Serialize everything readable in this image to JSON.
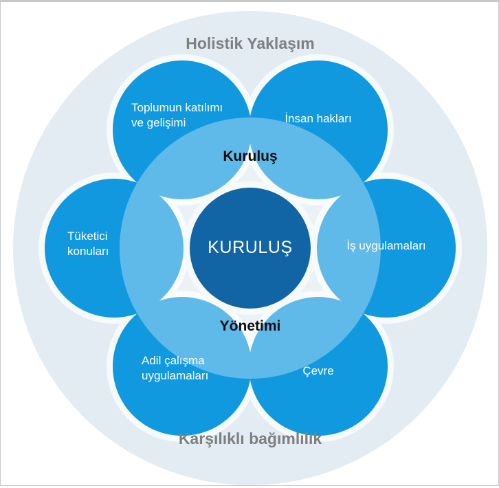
{
  "diagram": {
    "title_top": "Holistik Yaklaşım",
    "title_bottom": "Karşılıklı bağımlılık",
    "core_label": "KURULUŞ",
    "middle_label_top": "Kuruluş",
    "middle_label_bottom": "Yönetimi",
    "petals": [
      {
        "id": "toplumun-katilimi-ve-gelisimi",
        "label": "Toplumun katılımı\nve gelişimi"
      },
      {
        "id": "insan-haklari",
        "label": "İnsan hakları"
      },
      {
        "id": "is-uygulamalari",
        "label": "İş uygulamaları"
      },
      {
        "id": "cevre",
        "label": "Çevre"
      },
      {
        "id": "adil-calisma-uygulamalari",
        "label": "Adil çalışma\nuygulamaları"
      },
      {
        "id": "tuketici-konulari",
        "label": "Tüketici\nkonuları"
      }
    ],
    "colors": {
      "page_background": "#ffffff",
      "outer_circle": "#e2ecf2",
      "petal": "#1199e0",
      "petal_overlap": "#54b8ea",
      "core_circle": "#1265a4",
      "gap": "#f7fafb",
      "label_gray": "#7f7f7f",
      "label_black": "#0d0d0d",
      "label_white": "#ffffff",
      "border": "#c8c8c8"
    }
  },
  "chart_data": {
    "type": "diagram",
    "title": "Holistik Yaklaşım / Karşılıklı bağımlılık",
    "center": "KURULUŞ",
    "center_ring_text": [
      "Kuruluş",
      "Yönetimi"
    ],
    "categories": [
      "Toplumun katılımı ve gelişimi",
      "İnsan hakları",
      "İş uygulamaları",
      "Çevre",
      "Adil çalışma uygulamaları",
      "Tüketici konuları"
    ]
  }
}
